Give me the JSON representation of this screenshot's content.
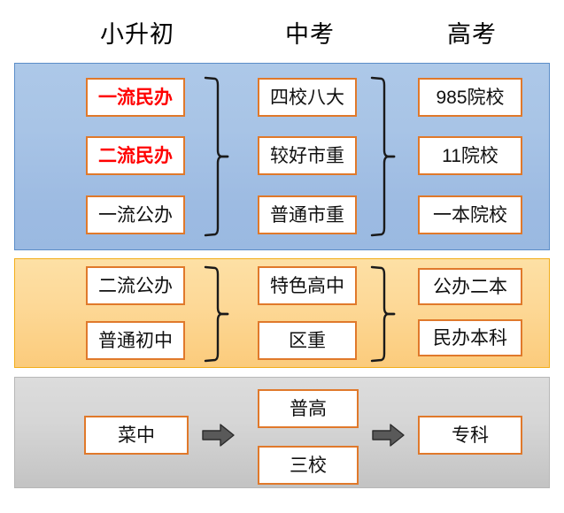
{
  "headers": [
    {
      "label": "小升初"
    },
    {
      "label": "中考"
    },
    {
      "label": "高考"
    }
  ],
  "colors": {
    "box_border": "#e0792b",
    "highlight_text": "#ff0000",
    "normal_text": "#101010",
    "band_blue_border": "#5b8dc8",
    "band_blue_fill": "#a8c4e6",
    "band_amber_border": "#f2ae1c",
    "band_amber_fill": "#fdd998",
    "band_gray_border": "#b7b7b7",
    "band_gray_fill": "#d2d2d2",
    "arrow_fill": "#595959"
  },
  "bands": [
    {
      "name": "top-tier-band",
      "tone": "blue",
      "columns": [
        {
          "stage": "小升初",
          "nodes": [
            {
              "label": "一流民办",
              "highlight": true
            },
            {
              "label": "二流民办",
              "highlight": true
            },
            {
              "label": "一流公办",
              "highlight": false
            }
          ]
        },
        {
          "stage": "中考",
          "nodes": [
            {
              "label": "四校八大",
              "highlight": false
            },
            {
              "label": "较好市重",
              "highlight": false
            },
            {
              "label": "普通市重",
              "highlight": false
            }
          ]
        },
        {
          "stage": "高考",
          "nodes": [
            {
              "label": "985院校",
              "highlight": false
            },
            {
              "label": "11院校",
              "highlight": false
            },
            {
              "label": "一本院校",
              "highlight": false
            }
          ]
        }
      ]
    },
    {
      "name": "mid-tier-band",
      "tone": "amber",
      "columns": [
        {
          "stage": "小升初",
          "nodes": [
            {
              "label": "二流公办",
              "highlight": false
            },
            {
              "label": "普通初中",
              "highlight": false
            }
          ]
        },
        {
          "stage": "中考",
          "nodes": [
            {
              "label": "特色高中",
              "highlight": false
            },
            {
              "label": "区重",
              "highlight": false
            }
          ]
        },
        {
          "stage": "高考",
          "nodes": [
            {
              "label": "公办二本",
              "highlight": false
            },
            {
              "label": "民办本科",
              "highlight": false
            }
          ]
        }
      ]
    },
    {
      "name": "low-tier-band",
      "tone": "gray",
      "columns": [
        {
          "stage": "小升初",
          "nodes": [
            {
              "label": "菜中",
              "highlight": false
            }
          ]
        },
        {
          "stage": "中考",
          "nodes": [
            {
              "label": "普高",
              "highlight": false
            },
            {
              "label": "三校",
              "highlight": false
            }
          ]
        },
        {
          "stage": "高考",
          "nodes": [
            {
              "label": "专科",
              "highlight": false
            }
          ]
        }
      ]
    }
  ],
  "connectors": {
    "braces": [
      {
        "name": "brace-blue-left"
      },
      {
        "name": "brace-blue-right"
      },
      {
        "name": "brace-amber-left"
      },
      {
        "name": "brace-amber-right"
      }
    ],
    "arrows": [
      {
        "name": "arrow-gray-left"
      },
      {
        "name": "arrow-gray-right"
      }
    ]
  }
}
